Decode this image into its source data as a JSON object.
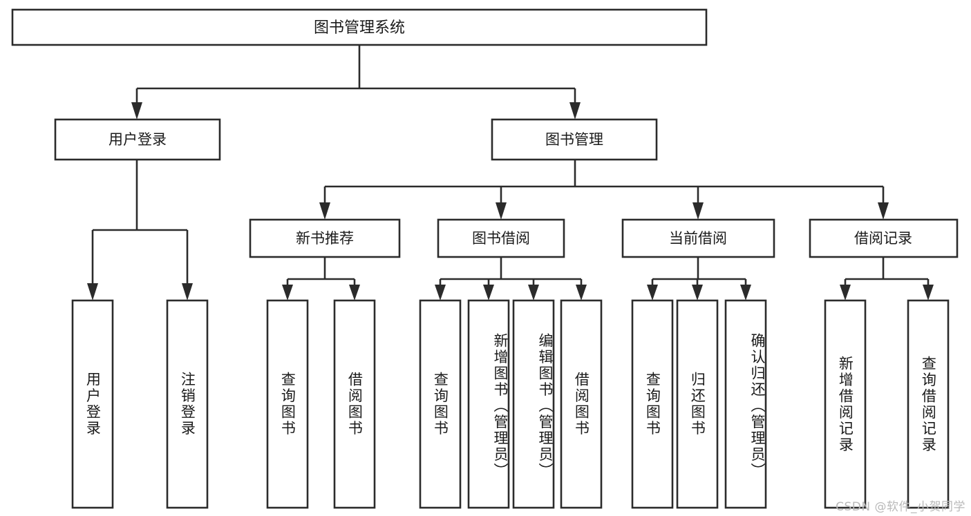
{
  "diagram": {
    "title": "图书管理系统",
    "root": {
      "label": "图书管理系统"
    },
    "level1": [
      {
        "label": "用户登录"
      },
      {
        "label": "图书管理"
      }
    ],
    "level2": [
      {
        "label": "新书推荐"
      },
      {
        "label": "图书借阅"
      },
      {
        "label": "当前借阅"
      },
      {
        "label": "借阅记录"
      }
    ],
    "leaves": [
      {
        "label": "用户登录",
        "parent": "用户登录"
      },
      {
        "label": "注销登录",
        "parent": "用户登录"
      },
      {
        "label": "查询图书",
        "parent": "新书推荐"
      },
      {
        "label": "借阅图书",
        "parent": "新书推荐"
      },
      {
        "label": "查询图书",
        "parent": "图书借阅"
      },
      {
        "label": "新增图书（管理员）",
        "parent": "图书借阅"
      },
      {
        "label": "编辑图书（管理员）",
        "parent": "图书借阅"
      },
      {
        "label": "借阅图书",
        "parent": "图书借阅"
      },
      {
        "label": "查询图书",
        "parent": "当前借阅"
      },
      {
        "label": "归还图书",
        "parent": "当前借阅"
      },
      {
        "label": "确认归还（管理员）",
        "parent": "当前借阅"
      },
      {
        "label": "新增借阅记录",
        "parent": "借阅记录"
      },
      {
        "label": "查询借阅记录",
        "parent": "借阅记录"
      }
    ],
    "watermark": "CSDN @软件_小贺同学",
    "colors": {
      "stroke": "#2b2b2b",
      "fill": "#ffffff",
      "text": "#1a1a1a",
      "watermark": "#b9b9b9"
    }
  }
}
